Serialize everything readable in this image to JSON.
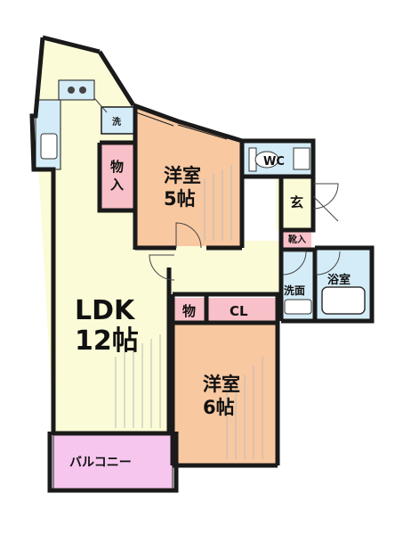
{
  "rooms": {
    "ldk": {
      "line1": "LDK",
      "line2": "12帖"
    },
    "western_5": {
      "line1": "洋室",
      "line2": "5帖"
    },
    "western_6": {
      "line1": "洋室",
      "line2": "6帖"
    },
    "storage_vertical": {
      "line1": "物",
      "line2": "入"
    },
    "storage_small": {
      "label": "物"
    },
    "closet": {
      "label": "CL"
    },
    "toilet": {
      "label": "WC"
    },
    "entrance": {
      "label": "玄"
    },
    "shoe_storage": {
      "label": "靴入"
    },
    "washroom": {
      "label": "洗面"
    },
    "bathroom": {
      "label": "浴室"
    },
    "washer": {
      "label": "洗"
    },
    "balcony": {
      "label": "バルコニー"
    }
  },
  "colors": {
    "ldk": "#fbfbd7",
    "western": "#f8c8a0",
    "storage": "#f8c0c8",
    "wet_area": "#d4ecf7",
    "balcony": "#f6c6ef",
    "wall": "#1a1a1a"
  }
}
